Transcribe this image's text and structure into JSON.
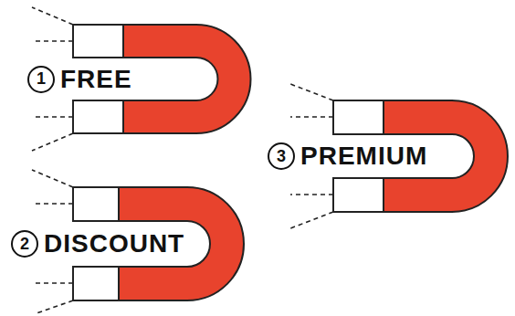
{
  "diagram": {
    "nodes": [
      {
        "text": [
          "1",
          "FREE"
        ]
      },
      {
        "text": [
          "2",
          "DISCOUNT"
        ]
      },
      {
        "text": [
          "3",
          "PREMIUM"
        ]
      }
    ]
  }
}
